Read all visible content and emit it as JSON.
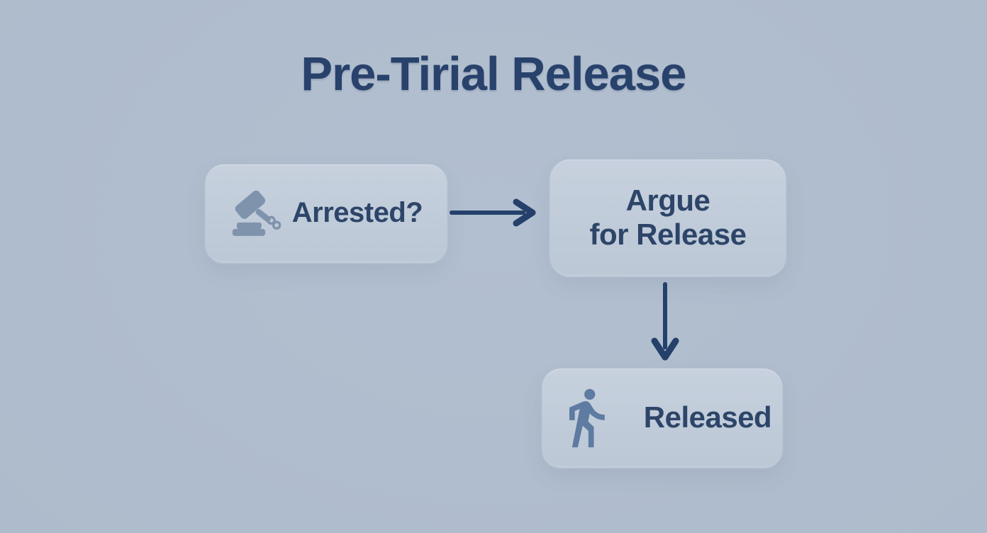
{
  "title": "Pre-Tirial Release",
  "diagram": {
    "type": "flowchart",
    "nodes": [
      {
        "id": "arrested",
        "label": "Arrested?",
        "icon": "gavel-with-handcuffs"
      },
      {
        "id": "argue",
        "label_line1": "Argue",
        "label_line2": "for Release",
        "icon": null
      },
      {
        "id": "released",
        "label": "Released",
        "icon": "walking-person"
      }
    ],
    "edges": [
      {
        "from": "arrested",
        "to": "argue",
        "direction": "right"
      },
      {
        "from": "argue",
        "to": "released",
        "direction": "down"
      }
    ]
  },
  "colors": {
    "background": "#aebbcc",
    "background_vignette": "#93a2b7",
    "node_fill": "#c2cdda",
    "title_text": "#28426c",
    "node_text": "#2d4568",
    "arrow": "#24406b",
    "gavel_icon": "#7f93ac",
    "walking_icon": "#5e7ba1"
  }
}
